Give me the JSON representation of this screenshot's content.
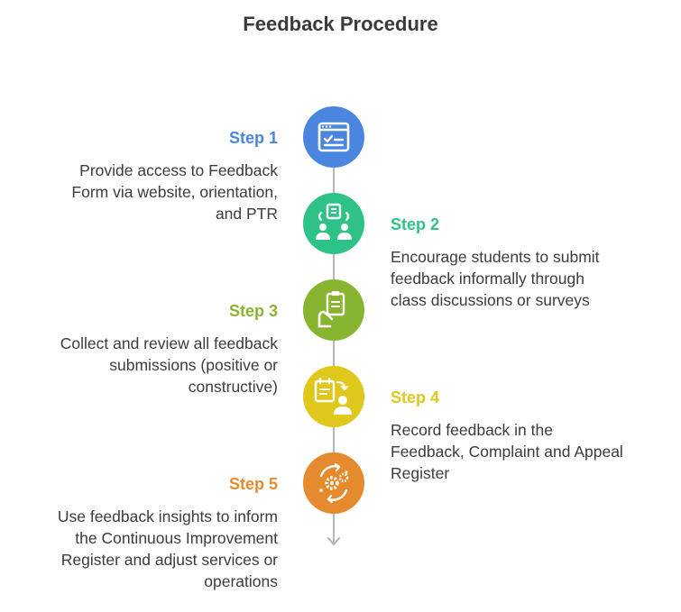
{
  "title": "Feedback Procedure",
  "steps": [
    {
      "label": "Step 1",
      "color": "#4a85e0",
      "icon": "web-form-checklist-icon",
      "text": "Provide access to Feedback\nForm via website, orientation,\nand PTR"
    },
    {
      "label": "Step 2",
      "color": "#2fc287",
      "icon": "discussion-group-icon",
      "text": "Encourage students to submit\nfeedback informally through\nclass discussions or surveys"
    },
    {
      "label": "Step 3",
      "color": "#88b531",
      "icon": "hand-holding-clipboard-icon",
      "text": "Collect and review all feedback\nsubmissions (positive or\nconstructive)"
    },
    {
      "label": "Step 4",
      "color": "#dfc71b",
      "icon": "record-person-icon",
      "text": "Record feedback in the\nFeedback, Complaint and Appeal\nRegister"
    },
    {
      "label": "Step 5",
      "color": "#e68a2e",
      "icon": "gears-cycle-icon",
      "text": "Use feedback insights to inform\nthe Continuous Improvement\nRegister and adjust services or\noperations"
    }
  ]
}
